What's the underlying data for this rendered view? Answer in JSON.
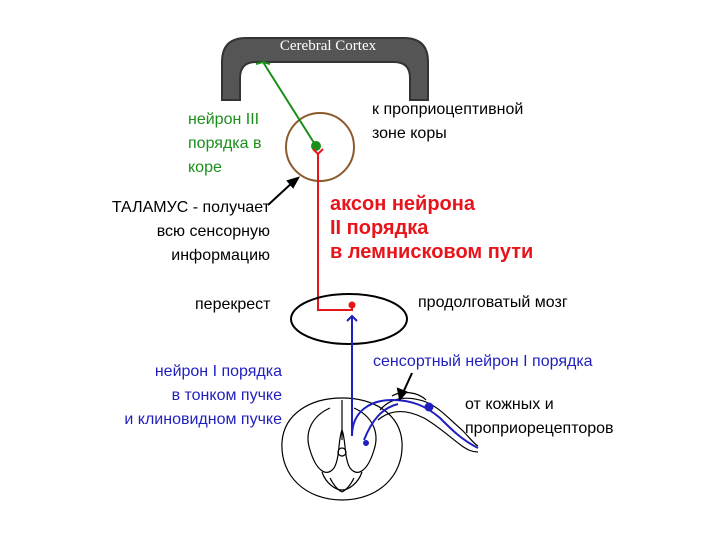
{
  "cortex_label": "Cerebral Cortex",
  "labels": {
    "neuron3": [
      "нейрон III",
      "порядка в",
      "коре"
    ],
    "to_cortex": [
      "к проприоцептивной",
      "зоне коры"
    ],
    "thalamus": [
      "ТАЛАМУС - получает",
      "всю сенсорную",
      "информацию"
    ],
    "axon2": [
      "аксон нейрона",
      "II порядка",
      "в лемнисковом пути"
    ],
    "decussation": "перекрест",
    "medulla": "продолговатый мозг",
    "neuron1_tracts": [
      "нейрон I порядка",
      "в тонком пучке",
      "и клиновидном пучке"
    ],
    "sensory_neuron1": "сенсортный нейрон I порядка",
    "from_receptors": [
      "от кожных и",
      "проприорецепторов"
    ]
  },
  "colors": {
    "cortex_fill": "#555555",
    "neuron3": "#1a8f1a",
    "neuron2": "#e8141c",
    "neuron1": "#1f1fbf",
    "thalamus": "#8b5a2b",
    "outline": "#000000"
  }
}
